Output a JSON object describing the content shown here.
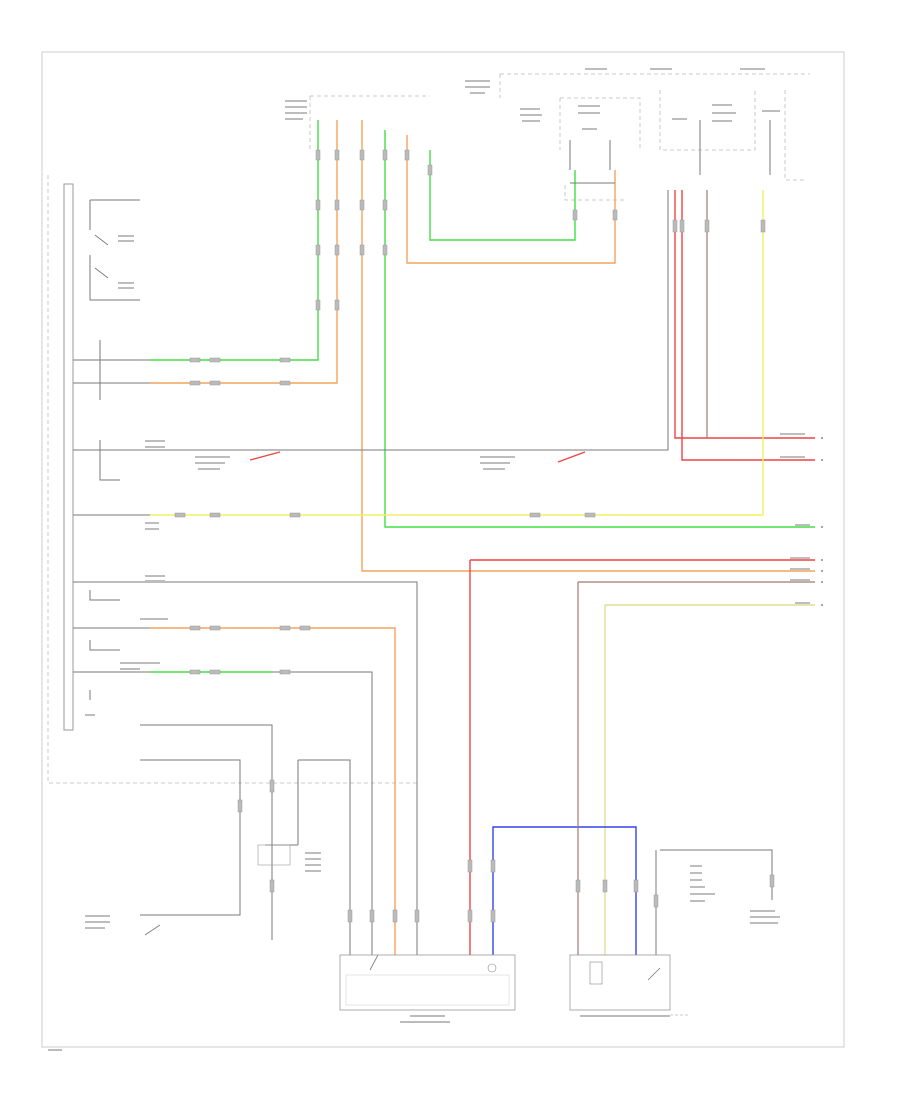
{
  "colors": {
    "green": "#44dd44",
    "orange": "#f4a35c",
    "red": "#ee4444",
    "yellow": "#f0f060",
    "blue": "#3344ee",
    "pale_yellow": "#dede9a",
    "black": "#3a3a3a",
    "gray": "#8a8a8a"
  },
  "labels": {
    "top_center": "",
    "left_module": "",
    "bottom_center_module": "",
    "bottom_right_module": "",
    "footer_code": ""
  },
  "wire_colors": [
    "green",
    "orange",
    "red",
    "yellow",
    "blue",
    "pale_yellow",
    "black",
    "gray"
  ]
}
